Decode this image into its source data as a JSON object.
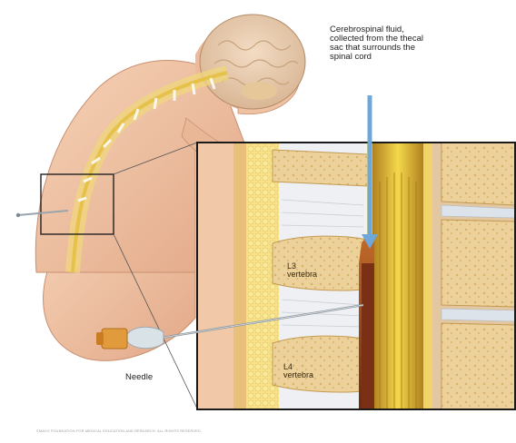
{
  "labels": {
    "csf": "Cerebrospinal fluid,\ncollected from the thecal\nsac that surrounds the\nspinal cord",
    "l3": "L3\nvertebra",
    "l4": "L4\nvertebra",
    "needle": "Needle",
    "credit": "©MAYO FOUNDATION FOR MEDICAL EDUCATION AND RESEARCH. ALL RIGHTS RESERVED."
  },
  "colors": {
    "skin": "#f2c4a4",
    "skin_shadow": "#d99a7a",
    "spine_yellow": "#e8d070",
    "bone_cream": "#f1dcaa",
    "fat_yellow": "#f4d35e",
    "disc_white": "#eef0f4",
    "csf_brown": "#8a3a1a",
    "needle_gray": "#9aa5ad",
    "arrow_blue": "#6fa8d8"
  }
}
